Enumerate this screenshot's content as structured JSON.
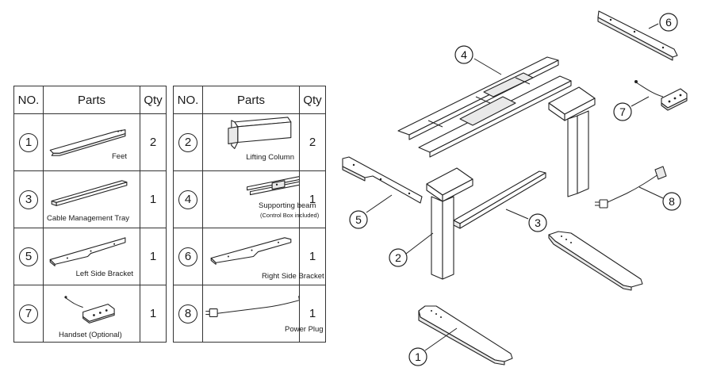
{
  "headers": {
    "no": "NO.",
    "parts": "Parts",
    "qty": "Qty"
  },
  "table_left": [
    {
      "num": "1",
      "label": "Feet",
      "qty": "2"
    },
    {
      "num": "3",
      "label": "Cable Management Tray",
      "qty": "1"
    },
    {
      "num": "5",
      "label": "Left Side Bracket",
      "qty": "1"
    },
    {
      "num": "7",
      "label": "Handset (Optional)",
      "qty": "1"
    }
  ],
  "table_right": [
    {
      "num": "2",
      "label": "Lifting Column",
      "qty": "2"
    },
    {
      "num": "4",
      "label": "Supporting beam",
      "sublabel": "(Control Box included)",
      "qty": "1"
    },
    {
      "num": "6",
      "label": "Right Side Bracket",
      "qty": "1"
    },
    {
      "num": "8",
      "label": "Power Plug",
      "qty": "1"
    }
  ],
  "callouts": [
    "1",
    "2",
    "3",
    "4",
    "5",
    "6",
    "7",
    "8"
  ]
}
